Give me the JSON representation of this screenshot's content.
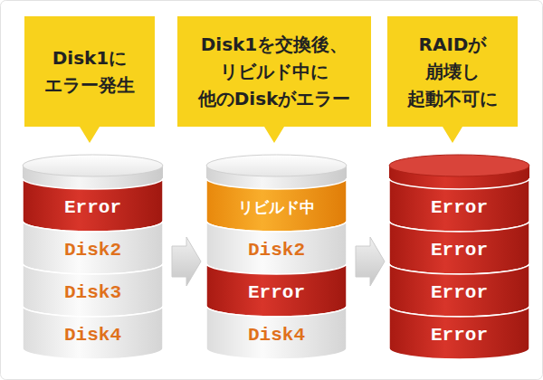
{
  "diagram": {
    "nodes": [
      {
        "text": [
          "Disk1に エラー発生"
        ]
      },
      {
        "text": [
          "Disk1を交換後、 リビルド中に 他のDiskがエラー"
        ]
      },
      {
        "text": [
          "RAIDが 崩壊し 起動不可に"
        ]
      },
      {
        "text": [
          "Error"
        ]
      },
      {
        "text": [
          "Disk2"
        ]
      },
      {
        "text": [
          "Disk3"
        ]
      },
      {
        "text": [
          "Disk4"
        ]
      },
      {
        "text": [
          "リビルド中"
        ]
      },
      {
        "text": [
          "Disk2"
        ]
      },
      {
        "text": [
          "Error"
        ]
      },
      {
        "text": [
          "Disk4"
        ]
      },
      {
        "text": [
          "Error"
        ]
      },
      {
        "text": [
          "Error"
        ]
      },
      {
        "text": [
          "Error"
        ]
      },
      {
        "text": [
          "Error"
        ]
      }
    ]
  }
}
